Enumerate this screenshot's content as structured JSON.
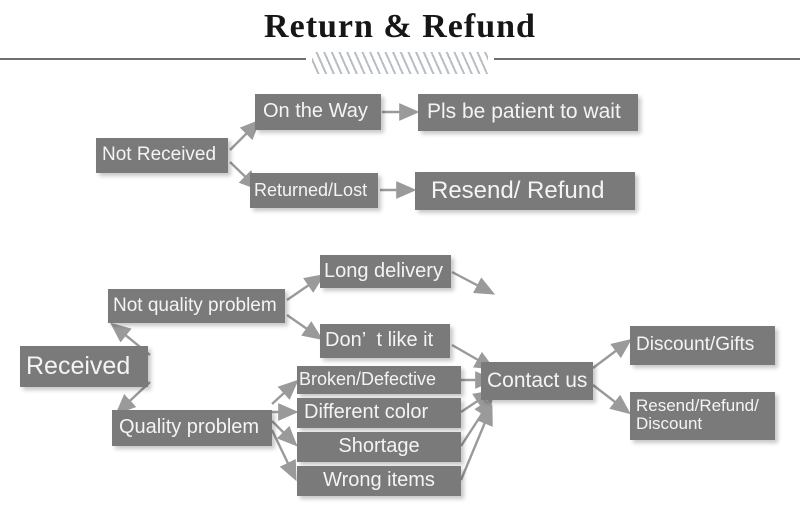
{
  "header": {
    "title": "Return & Refund",
    "divider_icon": "diagonal-hatch-divider"
  },
  "colors": {
    "node_fill": "#7a7a7a",
    "node_text": "#f4f4f4",
    "arrow": "#9a9a9a",
    "rule": "#6f6f6f",
    "title_text": "#161616",
    "background": "#ffffff"
  },
  "diagram": {
    "type": "flowchart",
    "branches": [
      {
        "root": "Not Received",
        "paths": [
          {
            "stage": "On the Way",
            "outcome": "Pls be patient to wait"
          },
          {
            "stage": "Returned/Lost",
            "outcome": "Resend/ Refund"
          }
        ]
      },
      {
        "root": "Received",
        "paths": [
          {
            "stage": "Not quality problem",
            "reasons": [
              "Long delivery",
              "Don’  t like it"
            ],
            "outcome": "Contact us"
          },
          {
            "stage": "Quality problem",
            "reasons": [
              "Broken/Defective",
              "Different color",
              "Shortage",
              "Wrong items"
            ],
            "outcome": "Contact us"
          }
        ],
        "resolutions": [
          "Discount/Gifts",
          "Resend/Refund/\nDiscount"
        ]
      }
    ]
  },
  "nodes": {
    "not_received": "Not Received",
    "on_the_way": "On the Way",
    "pls_be_patient": "Pls be patient to wait",
    "returned_lost": "Returned/Lost",
    "resend_refund": "Resend/ Refund",
    "received": "Received",
    "not_quality_problem": "Not quality problem",
    "long_delivery": "Long delivery",
    "dont_like_it": "Don’  t like it",
    "quality_problem": "Quality problem",
    "broken_defective": "Broken/Defective",
    "different_color": "Different color",
    "shortage": "Shortage",
    "wrong_items": "Wrong items",
    "contact_us": "Contact us",
    "discount_gifts": "Discount/Gifts",
    "resend_refund_discount": "Resend/Refund/\nDiscount"
  }
}
